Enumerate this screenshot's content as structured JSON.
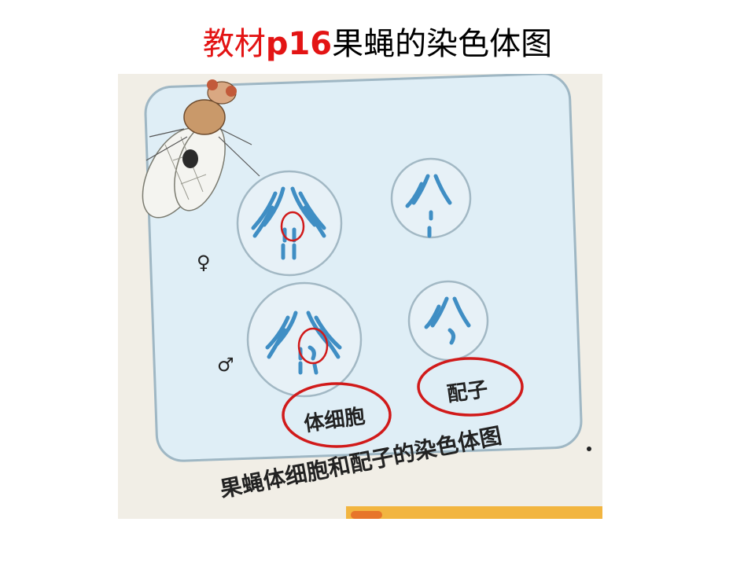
{
  "title": {
    "part1": "教材",
    "part2": "p16",
    "part3": "果蝇的染色体图"
  },
  "figure": {
    "female_symbol": "♀",
    "male_symbol": "♂",
    "label_somatic": "体细胞",
    "label_gamete": "配子",
    "caption": "果蝇体细胞和配子的染色体图"
  },
  "colors": {
    "title_red": "#e31414",
    "highlight_circle": "#d11a1a",
    "panel_bg": "#dfeef6",
    "chromosome": "#3f8ec4"
  }
}
